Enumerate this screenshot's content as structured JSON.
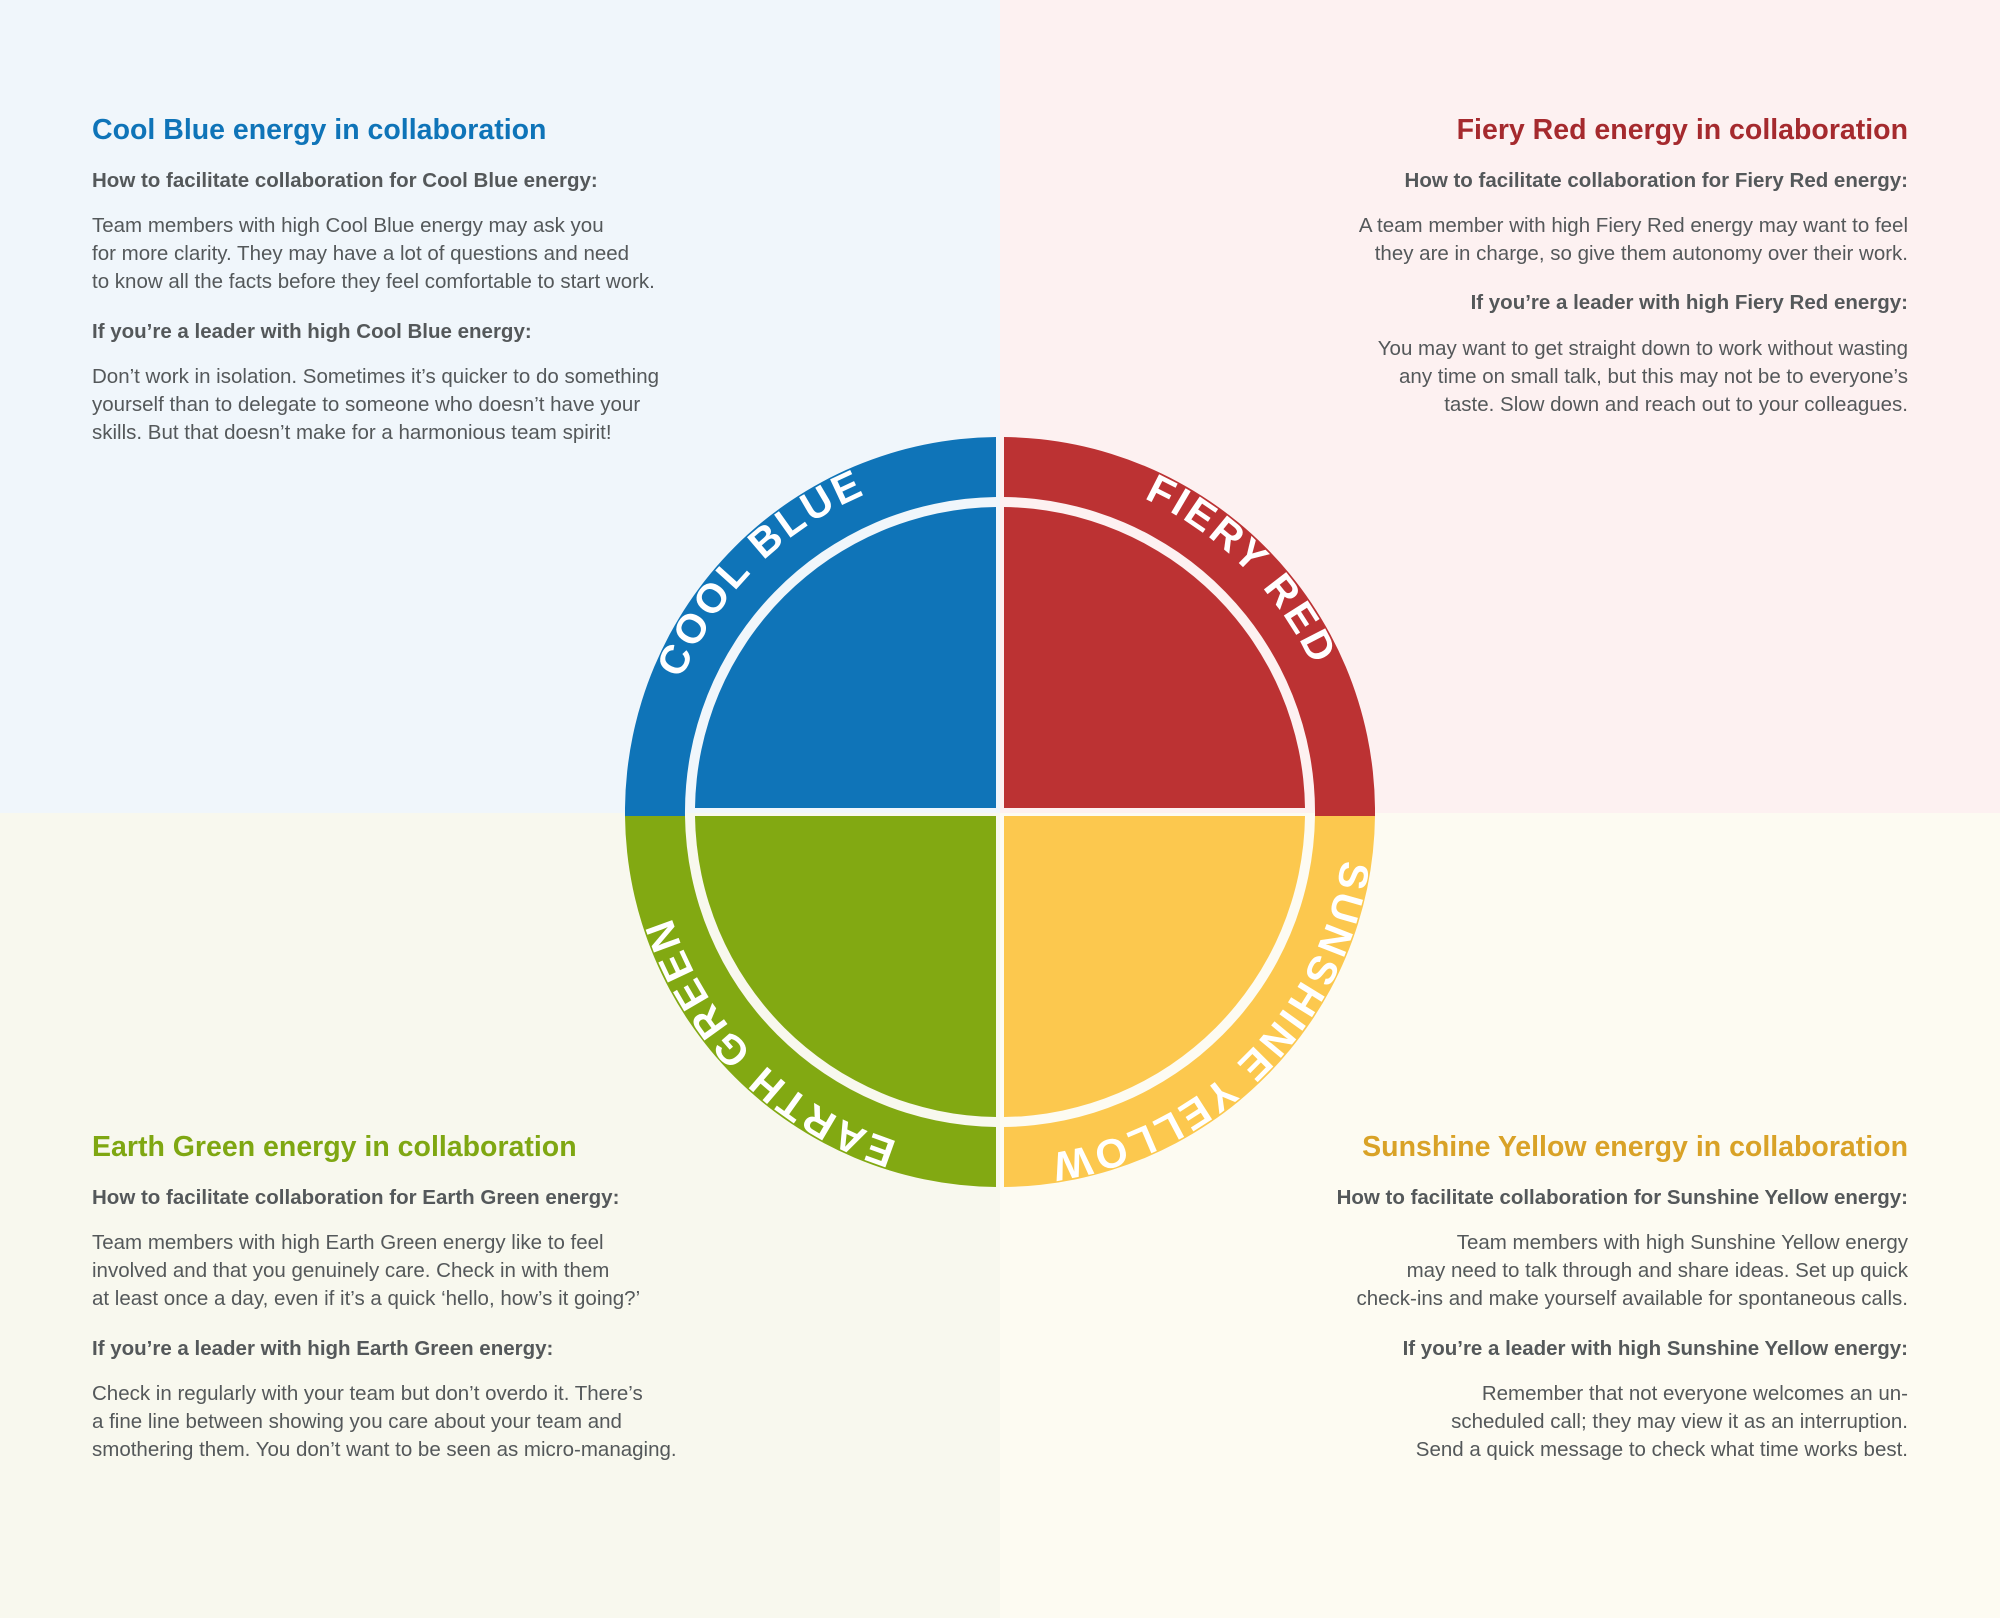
{
  "background": {
    "top_left_color": "#f0f6fb",
    "top_right_color": "#fdf1f1",
    "bottom_left_color": "#f8f8ee",
    "bottom_right_color": "#fdfbf2"
  },
  "wheel": {
    "quadrants": [
      {
        "key": "cool-blue",
        "label": "COOL BLUE",
        "color": "#0f74b8"
      },
      {
        "key": "fiery-red",
        "label": "FIERY RED",
        "color": "#bc3233"
      },
      {
        "key": "sunshine-yellow",
        "label": "SUNSHINE YELLOW",
        "color": "#fcc84e"
      },
      {
        "key": "earth-green",
        "label": "EARTH GREEN",
        "color": "#82a912"
      }
    ]
  },
  "panels": {
    "cool_blue": {
      "heading": "Cool Blue energy in collaboration",
      "heading_color": "#0f74b8",
      "sub1": "How to facilitate collaboration for Cool Blue energy:",
      "body1": "Team members with high Cool Blue energy may ask you\nfor more clarity. They may have a lot of questions and need\nto know all the facts before they feel comfortable to start work.",
      "sub2": "If you’re a leader with high Cool Blue energy:",
      "body2": "Don’t work in isolation. Sometimes it’s quicker to do something\nyourself than to delegate to someone who doesn’t have your\nskills. But that doesn’t make for a harmonious team spirit!"
    },
    "fiery_red": {
      "heading": "Fiery Red energy in collaboration",
      "heading_color": "#a52a2e",
      "sub1": "How to facilitate collaboration for Fiery Red energy:",
      "body1": "A team member with high Fiery Red energy may want to feel\nthey are in charge, so give them autonomy over their work.",
      "sub2": "If you’re a leader with high Fiery Red energy:",
      "body2": "You may want to get straight down to work without wasting\nany time on small talk, but this may not be to everyone’s\ntaste. Slow down and reach out to your colleagues."
    },
    "earth_green": {
      "heading": "Earth Green energy in collaboration",
      "heading_color": "#7fa712",
      "sub1": "How to facilitate collaboration for Earth Green energy:",
      "body1": "Team members with high Earth Green energy like to feel\ninvolved and that you genuinely care. Check in with them\nat least once a day, even if it’s a quick ‘hello, how’s it going?’",
      "sub2": "If you’re a leader with high Earth Green energy:",
      "body2": "Check in regularly with your team but don’t overdo it. There’s\na fine line between showing you care about your team and\nsmothering them. You don’t want to be seen as micro-managing."
    },
    "sunshine_yellow": {
      "heading": "Sunshine Yellow energy in collaboration",
      "heading_color": "#d9a227",
      "sub1": "How to facilitate collaboration for Sunshine Yellow energy:",
      "body1": "Team members with high Sunshine Yellow energy\nmay need to talk through and share ideas. Set up quick\ncheck-ins and make yourself available for spontaneous calls.",
      "sub2": "If you’re a leader with high Sunshine Yellow energy:",
      "body2": "Remember that not everyone welcomes an un-\nscheduled call; they may view it as an interruption.\nSend a quick message to check what time works best."
    }
  }
}
